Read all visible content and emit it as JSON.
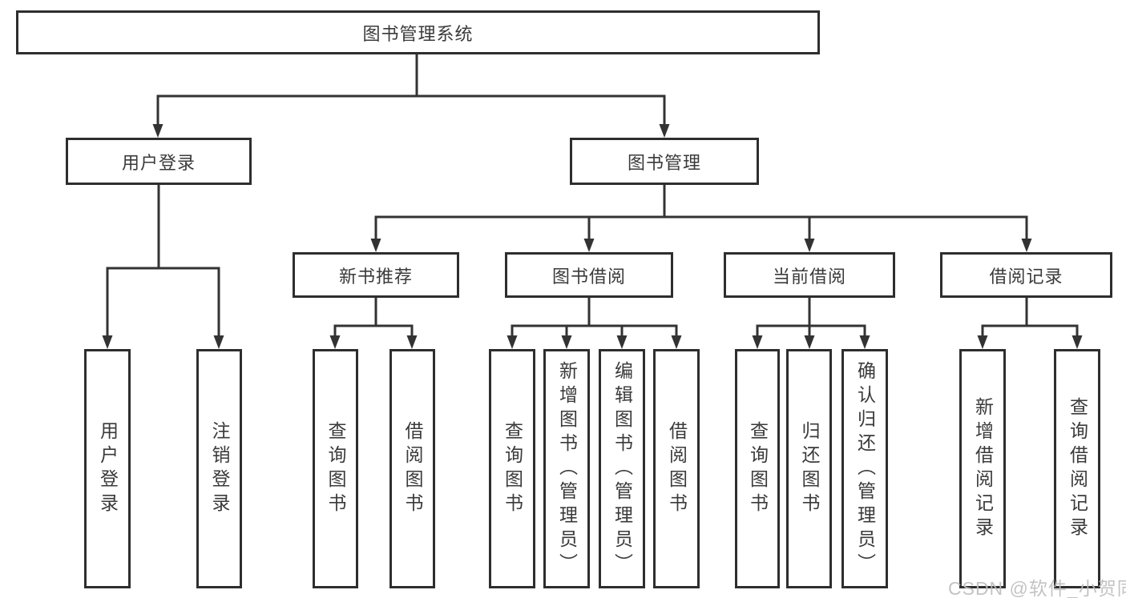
{
  "tree": {
    "label": "图书管理系统",
    "children": [
      {
        "label": "用户登录",
        "children": [
          {
            "label": "用户登录"
          },
          {
            "label": "注销登录"
          }
        ]
      },
      {
        "label": "图书管理",
        "children": [
          {
            "label": "新书推荐",
            "children": [
              {
                "label": "查询图书"
              },
              {
                "label": "借阅图书"
              }
            ]
          },
          {
            "label": "图书借阅",
            "children": [
              {
                "label": "查询图书"
              },
              {
                "label": "新增图书（管理员）"
              },
              {
                "label": "编辑图书（管理员）"
              },
              {
                "label": "借阅图书"
              }
            ]
          },
          {
            "label": "当前借阅",
            "children": [
              {
                "label": "查询图书"
              },
              {
                "label": "归还图书"
              },
              {
                "label": "确认归还（管理员）"
              }
            ]
          },
          {
            "label": "借阅记录",
            "children": [
              {
                "label": "新增借阅记录"
              },
              {
                "label": "查询借阅记录"
              }
            ]
          }
        ]
      }
    ]
  },
  "watermark": {
    "text": "CSDN @软件_小贺同学"
  },
  "colors": {
    "background": "#ffffff",
    "box_border": "#2e2e2e",
    "connector_line": "#333333",
    "text": "#3a3a3a",
    "watermark": "#bdbdbd"
  }
}
